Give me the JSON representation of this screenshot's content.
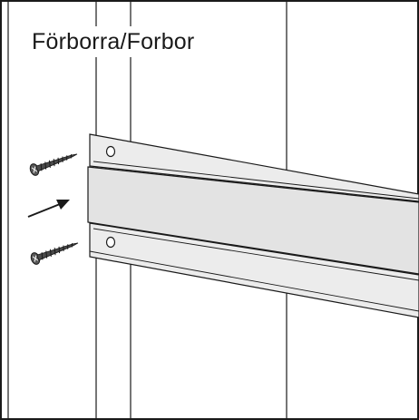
{
  "illustration": {
    "caption": "Förborra/Forbor",
    "colors": {
      "line": "#1a1a1a",
      "rail_face": "#e3e3e3",
      "rail_flange": "#ececec",
      "screw": "#4a4a4a",
      "background": "#ffffff"
    },
    "parts": [
      "wall-panel",
      "vertical-stud",
      "mounting-rail",
      "screw",
      "arrow"
    ]
  }
}
